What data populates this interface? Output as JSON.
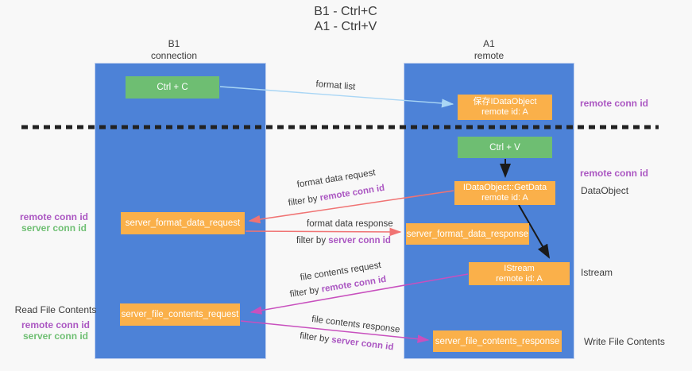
{
  "title": {
    "line1": "B1 - Ctrl+C",
    "line2": "A1 - Ctrl+V"
  },
  "lanes": {
    "left": {
      "name": "B1",
      "role": "connection"
    },
    "right": {
      "name": "A1",
      "role": "remote"
    }
  },
  "nodes": {
    "ctrl_c": {
      "label": "Ctrl + C"
    },
    "ctrl_v": {
      "label": "Ctrl + V"
    },
    "save_dataobject": {
      "line1": "保存IDataObject",
      "line2": "remote id: A"
    },
    "getdata": {
      "line1": "IDataObject::GetData",
      "line2": "remote id: A"
    },
    "istream": {
      "line1": "IStream",
      "line2": "remote id: A"
    },
    "format_request": {
      "label": "server_format_data_request"
    },
    "format_response": {
      "label": "server_format_data_response"
    },
    "file_request": {
      "label": "server_file_contents_request"
    },
    "file_response": {
      "label": "server_file_contents_response"
    }
  },
  "arrows": {
    "format_list": {
      "label": "format list"
    },
    "format_request": {
      "label": "format data request",
      "filter_prefix": "filter by",
      "filter_key": "remote conn id"
    },
    "format_response": {
      "label": "format data response",
      "filter_prefix": "filter by",
      "filter_key": "server conn id"
    },
    "file_request": {
      "label": "file contents request",
      "filter_prefix": "filter by",
      "filter_key": "remote conn id"
    },
    "file_response": {
      "label": "file contents response",
      "filter_prefix": "filter by",
      "filter_key": "server conn id"
    }
  },
  "annotations": {
    "right_top_conn": "remote conn id",
    "right_mid_conn": "remote conn id",
    "dataobject": "DataObject",
    "istream": "Istream",
    "write_file": "Write File Contents",
    "left_mid_remote": "remote conn id",
    "left_mid_server": "server conn id",
    "read_file": "Read File Contents",
    "left_bottom_remote": "remote conn id",
    "left_bottom_server": "server conn id"
  },
  "colors": {
    "lane_blue": "#4d82d7",
    "node_orange": "#fab04a",
    "node_green": "#6ebe72",
    "arrow_lightblue": "#a9d6f5",
    "arrow_red": "#f07373",
    "arrow_magenta": "#c850be",
    "arrow_black": "#1a1a1a",
    "text_purple": "#ab57c2",
    "text_green": "#6fbf73"
  }
}
